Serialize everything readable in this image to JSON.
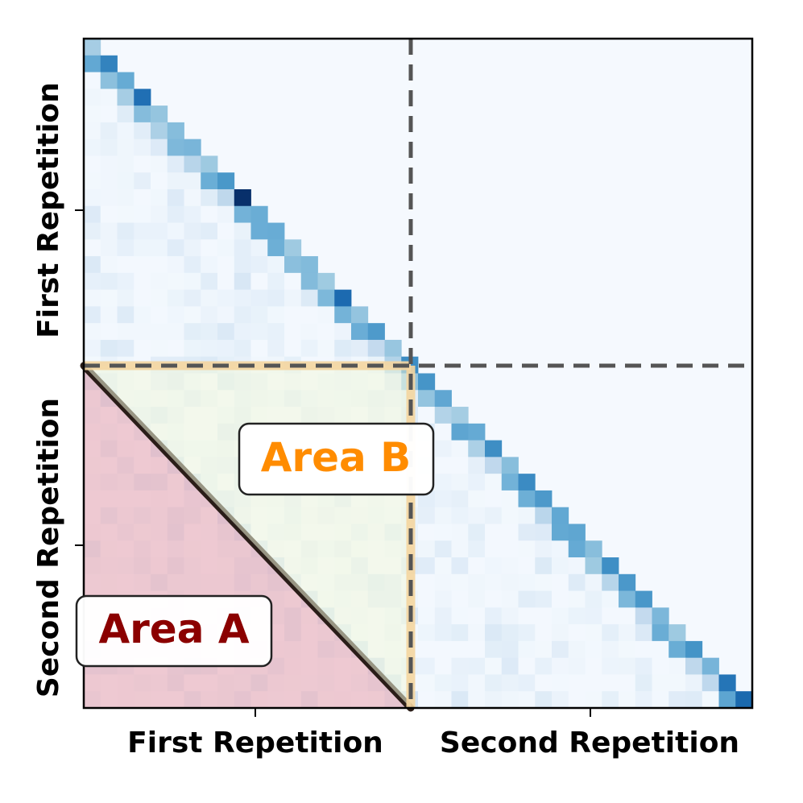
{
  "chart_data": {
    "type": "heatmap",
    "title": "",
    "colormap": "Blues",
    "grid_size": 40,
    "x_tick_labels": [
      "First Repetition",
      "Second Repetition"
    ],
    "y_tick_labels": [
      "First Repetition",
      "Second Repetition"
    ],
    "structure": "lower-triangular attention map over a sequence repeated twice; strong diagonal",
    "annotations": [
      {
        "label": "Area A",
        "color": "#8b0000",
        "region": "lower-left triangle of the second-repetition × first-repetition block",
        "fill": "#f0c8cc"
      },
      {
        "label": "Area B",
        "color": "#ff8c00",
        "region": "upper-right triangle of the second-repetition × first-repetition block",
        "fill": "#f5fbe8"
      }
    ],
    "divider_style": "dashed",
    "divider_color": "#555555"
  }
}
